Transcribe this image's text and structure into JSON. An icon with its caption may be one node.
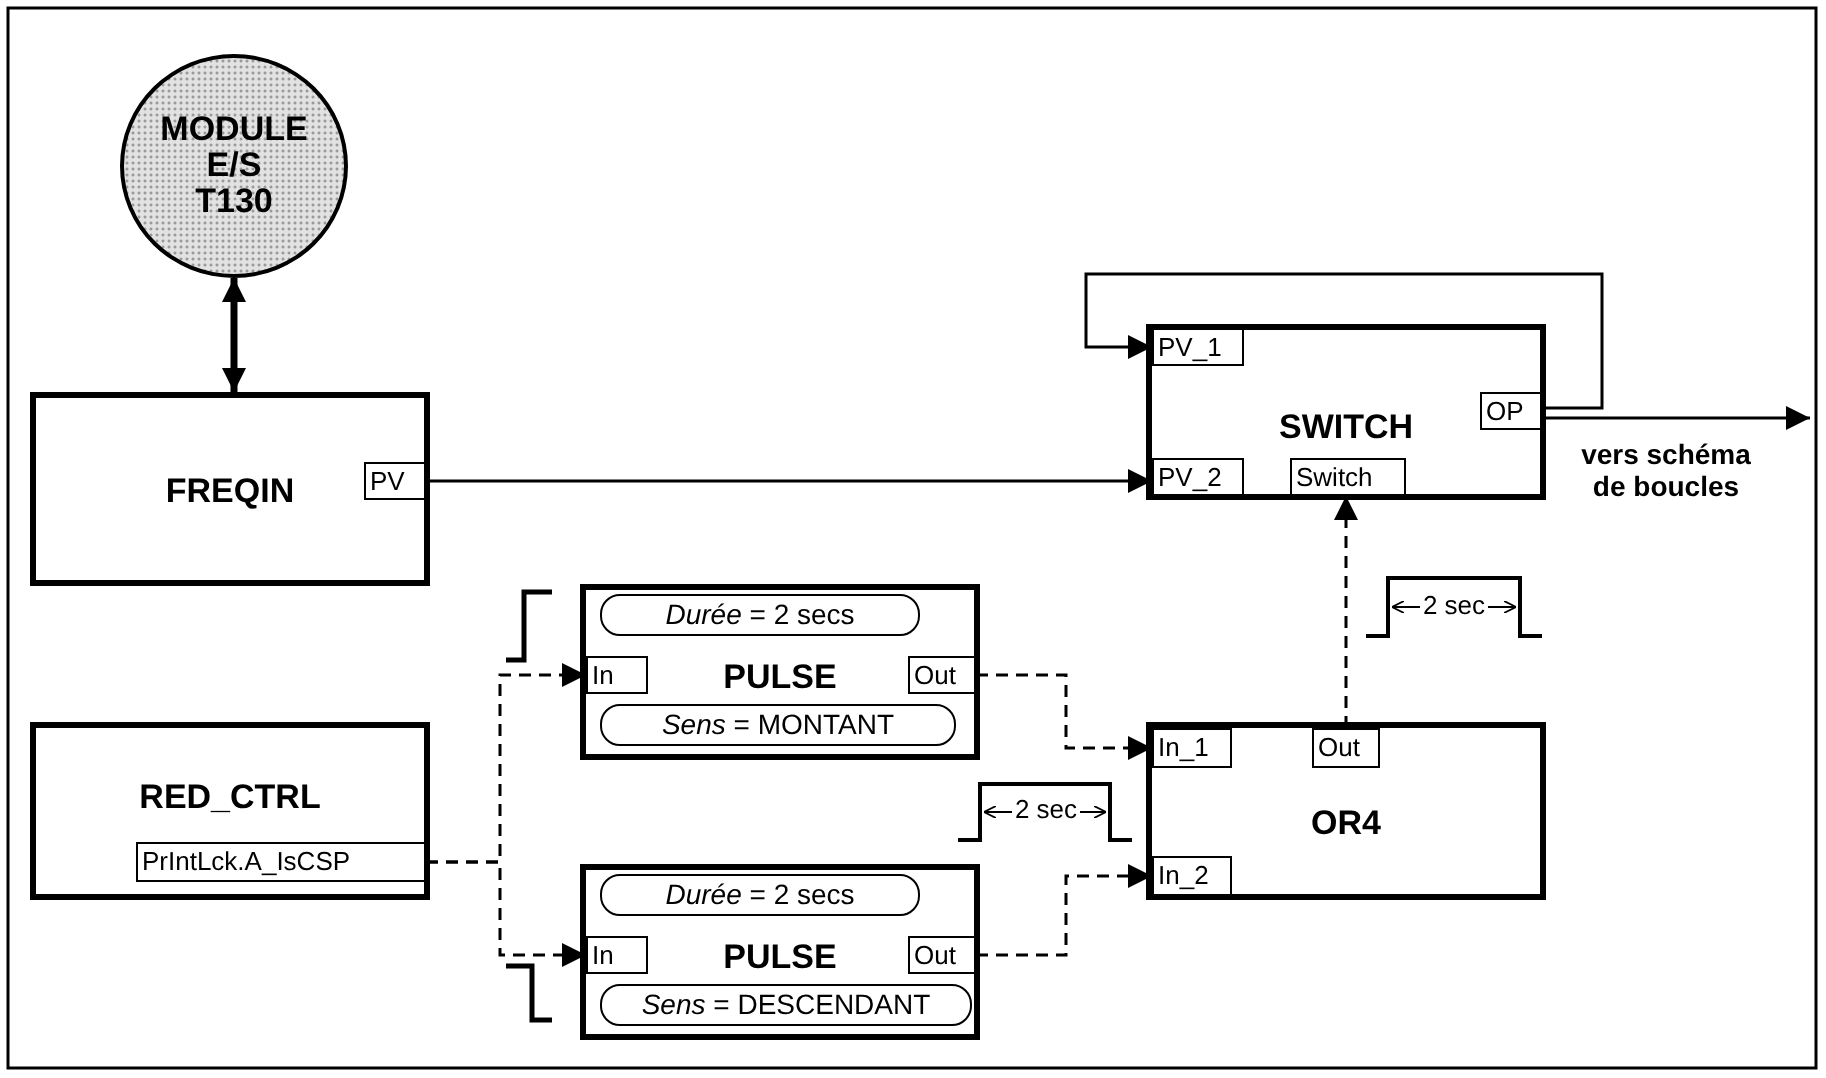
{
  "diagram": {
    "nodes": [
      {
        "text": [
          "MODULE E/S T130"
        ]
      },
      {
        "text": [
          "FREQIN"
        ]
      },
      {
        "text": [
          "PV"
        ],
        "in": 1
      },
      {
        "text": [
          "SWITCH"
        ]
      },
      {
        "text": [
          "PV_1"
        ],
        "in": 3
      },
      {
        "text": [
          "PV_2"
        ],
        "in": 3
      },
      {
        "text": [
          "OP"
        ],
        "in": 3
      },
      {
        "text": [
          "Switch"
        ],
        "in": 3
      },
      {
        "text": [
          "PULSE"
        ]
      },
      {
        "text": [
          "*Durée* = 2 secs"
        ],
        "in": 8
      },
      {
        "text": [
          "In"
        ],
        "in": 8
      },
      {
        "text": [
          "Out"
        ],
        "in": 8
      },
      {
        "text": [
          "*Sens* = MONTANT"
        ],
        "in": 8
      },
      {
        "text": [
          "RED_CTRL"
        ]
      },
      {
        "text": [
          "PrIntLck.A_IsCSP"
        ],
        "in": 13
      },
      {
        "text": [
          "OR4"
        ]
      },
      {
        "text": [
          "In_1"
        ],
        "in": 15
      },
      {
        "text": [
          "Out"
        ],
        "in": 15
      },
      {
        "text": [
          "In_2"
        ],
        "in": 15
      },
      {
        "text": [
          "PULSE"
        ]
      },
      {
        "text": [
          "*Durée* = 2 secs"
        ],
        "in": 19
      },
      {
        "text": [
          "In"
        ],
        "in": 19
      },
      {
        "text": [
          "Out"
        ],
        "in": 19
      },
      {
        "text": [
          "*Sens* = DESCENDANT"
        ],
        "in": 19
      }
    ],
    "edges": [
      {
        "from": 0,
        "to": 1,
        "arrow": "both",
        "style": "thick"
      },
      {
        "from": 2,
        "to": 5,
        "arrow": "to"
      },
      {
        "from": 6,
        "to": 4,
        "arrow": "to"
      },
      {
        "from": 6,
        "to": null,
        "arrow": "to"
      },
      {
        "from": 14,
        "to": 10,
        "arrow": "to",
        "style": "dashed"
      },
      {
        "from": 14,
        "to": 21,
        "arrow": "to",
        "style": "dashed"
      },
      {
        "from": 11,
        "to": 16,
        "arrow": "to",
        "style": "dashed"
      },
      {
        "from": 22,
        "to": 18,
        "arrow": "to",
        "style": "dashed"
      },
      {
        "from": 17,
        "to": 7,
        "arrow": "to",
        "style": "dashed"
      }
    ],
    "labels": [
      "vers schéma de boucles",
      "2 sec",
      "2 sec"
    ]
  }
}
